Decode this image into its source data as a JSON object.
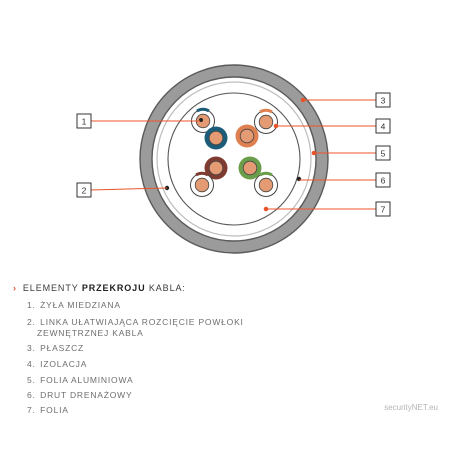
{
  "callouts": [
    "1",
    "2",
    "3",
    "4",
    "5",
    "6",
    "7"
  ],
  "legend": {
    "title_prefix": "ELEMENTY ",
    "title_bold": "PRZEKROJU",
    "title_suffix": " KABLA:",
    "items": [
      {
        "num": "1.",
        "text": "ŻYŁA MIEDZIANA"
      },
      {
        "num": "2.",
        "text": "LINKA UŁATWIAJĄCA ROZCIĘCIE POWŁOKI",
        "text2": "ZEWNĘTRZNEJ KABLA"
      },
      {
        "num": "3.",
        "text": "PŁASZCZ"
      },
      {
        "num": "4.",
        "text": "IZOLACJA"
      },
      {
        "num": "5.",
        "text": "FOLIA ALUMINIOWA"
      },
      {
        "num": "6.",
        "text": "DRUT DRENAŻOWY"
      },
      {
        "num": "7.",
        "text": "FOLIA"
      }
    ]
  },
  "watermark": "securityNET.eu",
  "colors": {
    "accent": "#e8542a",
    "jacket": "#9b9b9b",
    "copper": "#e49a72",
    "pair_blue": "#1d5c78",
    "pair_orange": "#de8050",
    "pair_brown": "#7e3b30",
    "pair_green": "#6a9e4a"
  }
}
